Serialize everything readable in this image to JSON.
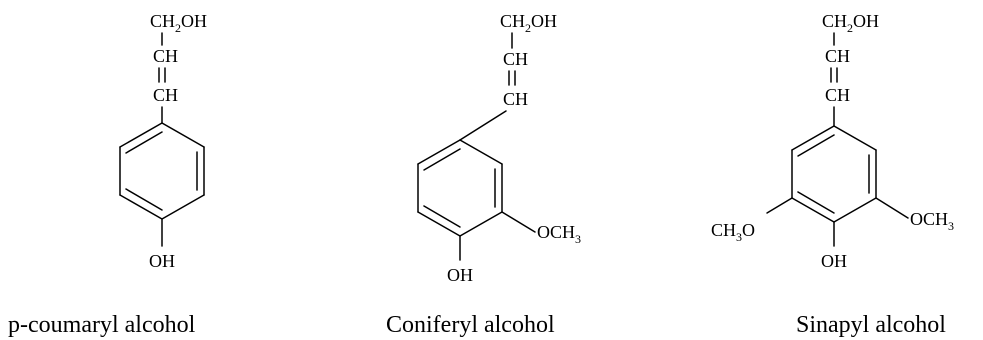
{
  "molecules": [
    {
      "caption": "p-coumaryl alcohol",
      "chain": {
        "top_main": "CH",
        "top_sub": "2",
        "top_tail": "OH",
        "mid": "CH",
        "low": "CH"
      },
      "para": "OH",
      "meta_right": null,
      "meta_left": null
    },
    {
      "caption": "Coniferyl alcohol",
      "chain": {
        "top_main": "CH",
        "top_sub": "2",
        "top_tail": "OH",
        "mid": "CH",
        "low": "CH"
      },
      "para": "OH",
      "meta_right": {
        "main": "OCH",
        "sub": "3"
      },
      "meta_left": null
    },
    {
      "caption": "Sinapyl alcohol",
      "chain": {
        "top_main": "CH",
        "top_sub": "2",
        "top_tail": "OH",
        "mid": "CH",
        "low": "CH"
      },
      "para": "OH",
      "meta_right": {
        "main": "OCH",
        "sub": "3"
      },
      "meta_left": {
        "main": "CH",
        "sub": "3",
        "tail": "O"
      }
    }
  ]
}
